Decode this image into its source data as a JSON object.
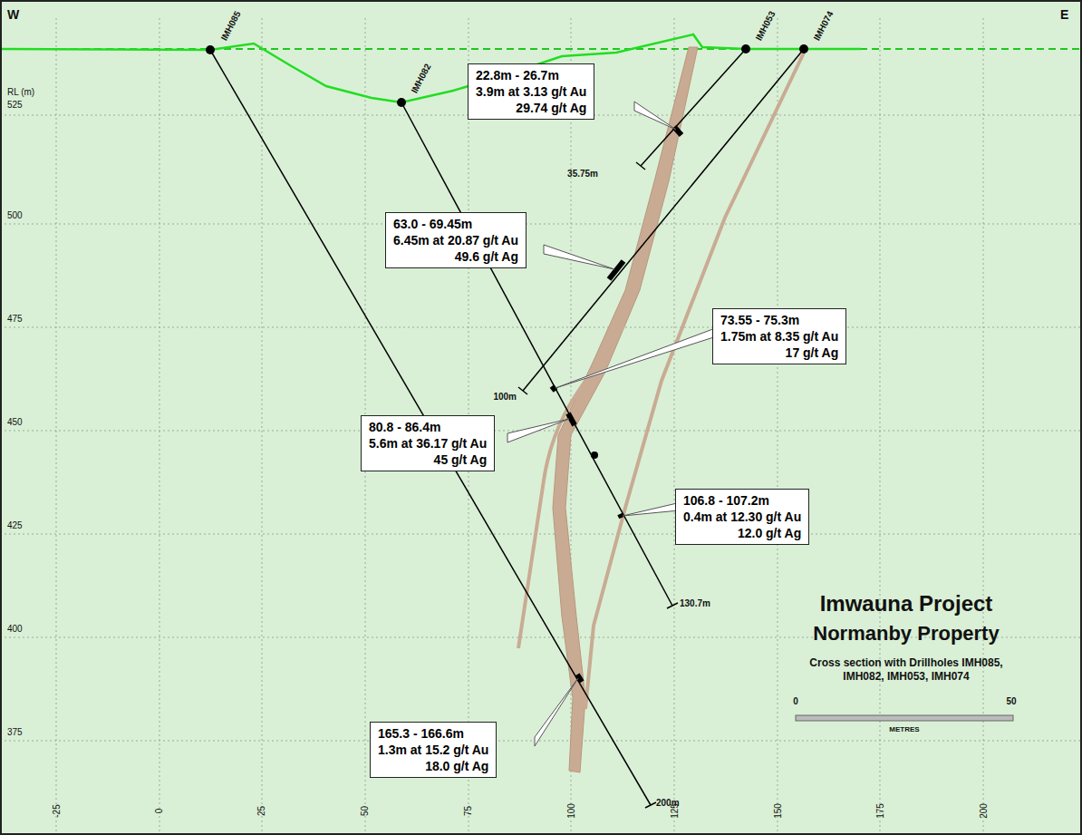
{
  "diagram": {
    "title": "Imwauna Project",
    "nodes": [
      {
        "text": [
          "22.8m - 26.7m",
          "3.9m at 3.13 g/t Au",
          "29.74 g/t Ag"
        ]
      },
      {
        "text": [
          "63.0 - 69.45m",
          "6.45m at 20.87 g/t Au",
          "49.6 g/t Ag"
        ]
      },
      {
        "text": [
          "73.55 - 75.3m",
          "1.75m at 8.35 g/t Au",
          "17 g/t Ag"
        ]
      },
      {
        "text": [
          "80.8 - 86.4m",
          "5.6m at 36.17 g/t Au",
          "45 g/t Ag"
        ]
      },
      {
        "text": [
          "106.8 - 107.2m",
          "0.4m at 12.30 g/t Au",
          "12.0 g/t Ag"
        ]
      },
      {
        "text": [
          "165.3 - 166.6m",
          "1.3m at 15.2 g/t Au",
          "18.0 g/t Ag"
        ]
      }
    ],
    "labels": [
      "W",
      "E",
      "RL (m)",
      "525",
      "500",
      "475",
      "450",
      "425",
      "400",
      "375",
      "-25",
      "0",
      "25",
      "50",
      "75",
      "100",
      "125",
      "150",
      "175",
      "200",
      "IMH085",
      "IMH082",
      "IMH053",
      "IMH074",
      "35.75m",
      "100m",
      "130.7m",
      "200m",
      "Normanby Property",
      "Cross section with Drillholes IMH085, IMH082, IMH053, IMH074",
      "0",
      "50",
      "METRES"
    ]
  }
}
